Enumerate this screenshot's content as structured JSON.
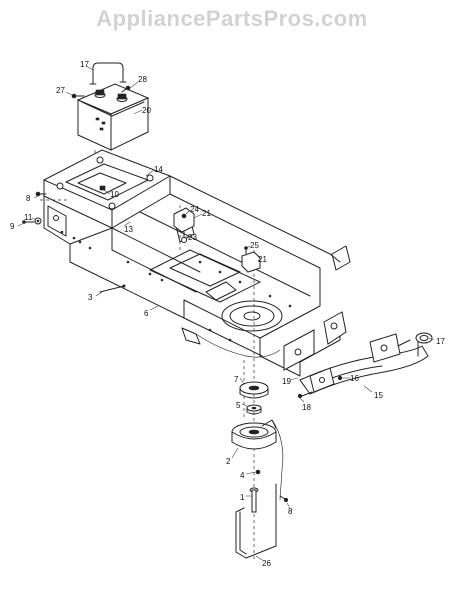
{
  "watermark": "AppliancePartsPros.com",
  "callouts": [
    {
      "id": "c17a",
      "label": "17"
    },
    {
      "id": "c28",
      "label": "28"
    },
    {
      "id": "c27",
      "label": "27"
    },
    {
      "id": "c20",
      "label": "20"
    },
    {
      "id": "c14",
      "label": "14"
    },
    {
      "id": "c10",
      "label": "10"
    },
    {
      "id": "c8a",
      "label": "8"
    },
    {
      "id": "c11",
      "label": "11"
    },
    {
      "id": "c9",
      "label": "9"
    },
    {
      "id": "c13",
      "label": "13"
    },
    {
      "id": "c24",
      "label": "24"
    },
    {
      "id": "c21a",
      "label": "21"
    },
    {
      "id": "c23",
      "label": "23"
    },
    {
      "id": "c25",
      "label": "25"
    },
    {
      "id": "c21b",
      "label": "21"
    },
    {
      "id": "c3",
      "label": "3"
    },
    {
      "id": "c6",
      "label": "6"
    },
    {
      "id": "c17b",
      "label": "17"
    },
    {
      "id": "c7",
      "label": "7"
    },
    {
      "id": "c19",
      "label": "19"
    },
    {
      "id": "c16",
      "label": "16"
    },
    {
      "id": "c18",
      "label": "18"
    },
    {
      "id": "c15",
      "label": "15"
    },
    {
      "id": "c5",
      "label": "5"
    },
    {
      "id": "c2",
      "label": "2"
    },
    {
      "id": "c4",
      "label": "4"
    },
    {
      "id": "c1",
      "label": "1"
    },
    {
      "id": "c8b",
      "label": "8"
    },
    {
      "id": "c26",
      "label": "26"
    }
  ]
}
